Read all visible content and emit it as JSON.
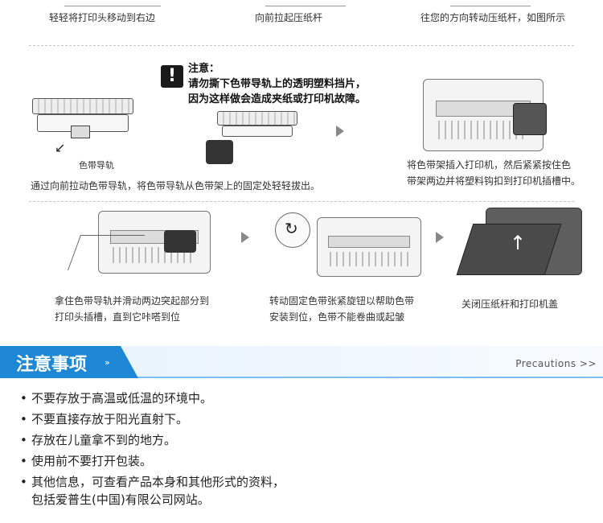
{
  "top_row": {
    "captions": [
      "轻轻将打印头移动到右边",
      "向前拉起压纸杆",
      "往您的方向转动压纸杆，如图所示"
    ]
  },
  "middle_row": {
    "guide_label": "色带导轨",
    "warning": {
      "icon_glyph": "!",
      "title": "注意：",
      "lines": [
        "请勿撕下色带导轨上的透明塑料挡片，",
        "因为这样做会造成夹纸或打印机故障。"
      ]
    },
    "left_caption": "通过向前拉动色带导轨，将色带导轨从色带架上的固定处轻轻拔出。",
    "right_caption": [
      "将色带架插入打印机，然后紧紧按住色",
      "带架两边并将塑料钩扣到打印机插槽中。"
    ]
  },
  "bottom_row": {
    "captions": [
      [
        "拿住色带导轨并滑动两边突起部分到",
        "打印头插槽，直到它咔嗒到位"
      ],
      [
        "转动固定色带张紧旋钮以帮助色带",
        "安装到位，色带不能卷曲或起皱"
      ],
      [
        "关闭压纸杆和打印机盖"
      ]
    ]
  },
  "section": {
    "title": "注意事项",
    "chevron": "»",
    "english": "Precautions >>",
    "accent_color": "#1e88d6"
  },
  "precautions": [
    "不要存放于高温或低温的环境中。",
    "不要直接存放于阳光直射下。",
    "存放在儿童拿不到的地方。",
    "使用前不要打开包装。",
    "其他信息，可查看产品本身和其他形式的资料，\n包括爱普生(中国)有限公司网站。"
  ]
}
